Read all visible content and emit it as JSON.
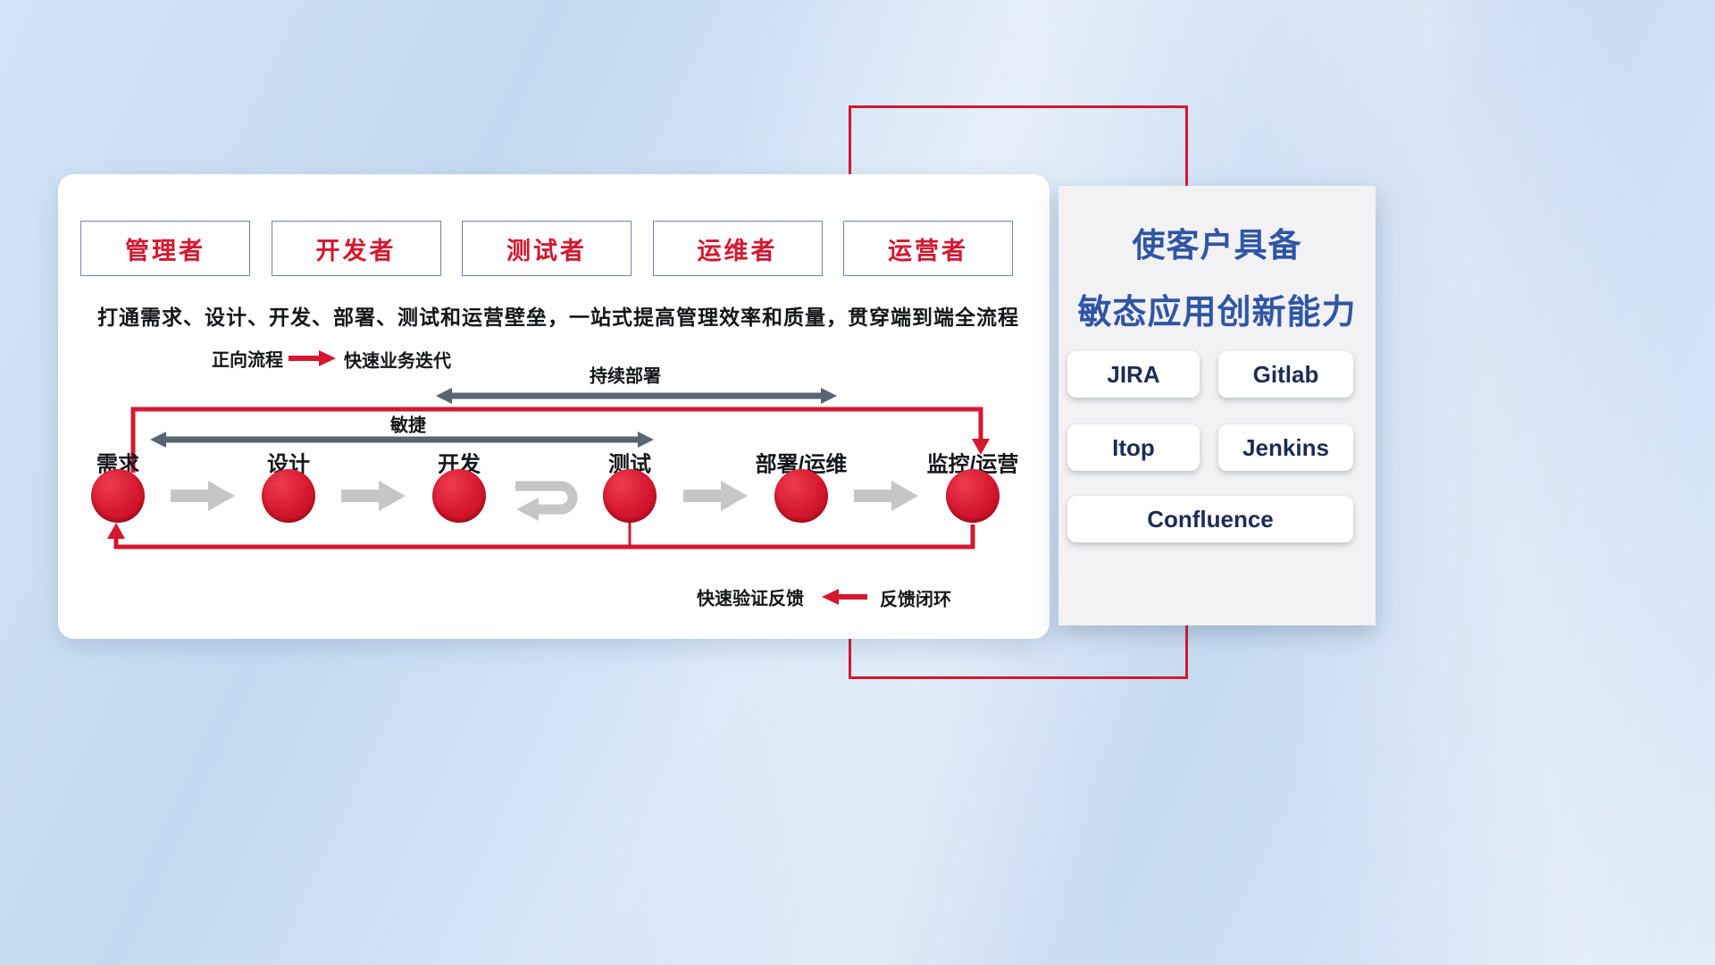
{
  "roles": {
    "items": [
      {
        "label": "管理者"
      },
      {
        "label": "开发者"
      },
      {
        "label": "测试者"
      },
      {
        "label": "运维者"
      },
      {
        "label": "运营者"
      }
    ]
  },
  "subtitle": "打通需求、设计、开发、部署、测试和运营壁垒，一站式提高管理效率和质量，贯穿端到端全流程",
  "legends": {
    "forward_label": "正向流程",
    "forward_value": "快速业务迭代",
    "feedback_value": "快速验证反馈",
    "feedback_label": "反馈闭环"
  },
  "span_arrows": {
    "continuous_deployment": "持续部署",
    "agile": "敏捷"
  },
  "flow": {
    "nodes": [
      {
        "label": "需求"
      },
      {
        "label": "设计"
      },
      {
        "label": "开发"
      },
      {
        "label": "测试"
      },
      {
        "label": "部署/运维"
      },
      {
        "label": "监控/运营"
      }
    ]
  },
  "right_panel": {
    "title_line1": "使客户具备",
    "title_line2": "敏态应用创新能力",
    "tools": [
      {
        "label": "JIRA"
      },
      {
        "label": "Gitlab"
      },
      {
        "label": "Itop"
      },
      {
        "label": "Jenkins"
      },
      {
        "label": "Confluence"
      }
    ]
  },
  "colors": {
    "red": "#d5172f",
    "dark_arrow": "#5a6472",
    "gray_arrow": "#c6c6c6",
    "blue_title": "#2f55a5",
    "navy_text": "#1d2b55",
    "box_border": "#7186ad"
  }
}
